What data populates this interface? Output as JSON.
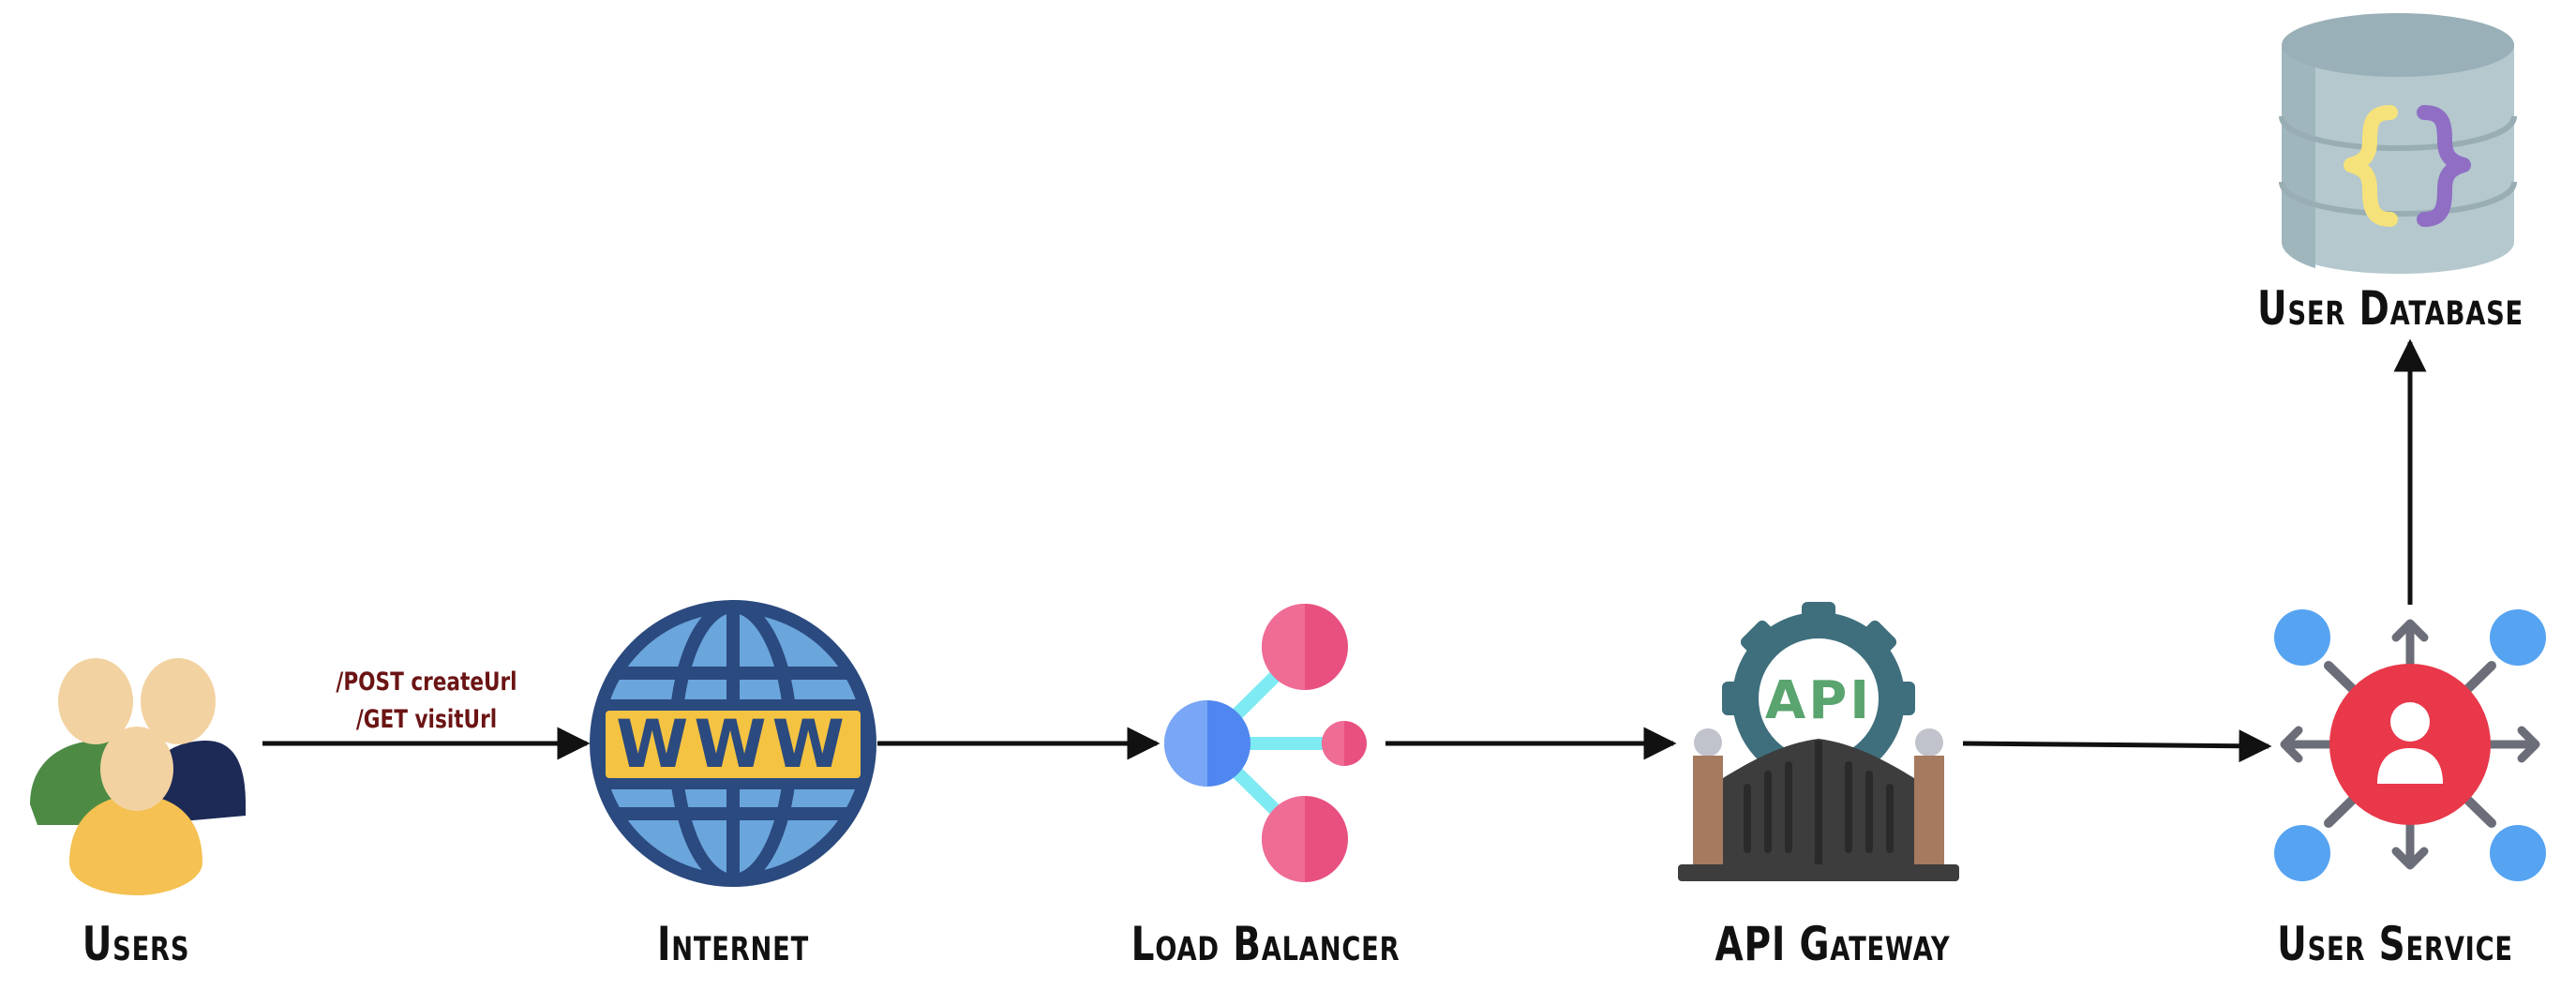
{
  "nodes": {
    "users": {
      "label": "Users"
    },
    "internet": {
      "label": "Internet",
      "globe_text": "WWW"
    },
    "load_balancer": {
      "label": "Load Balancer"
    },
    "api_gateway": {
      "label": "API Gateway",
      "badge_text": "API"
    },
    "user_service": {
      "label": "User Service"
    },
    "user_database": {
      "label": "User Database"
    }
  },
  "edges": {
    "users_to_internet": {
      "from": "Users",
      "to": "Internet",
      "routes": [
        "/POST createUrl",
        "/GET visitUrl"
      ]
    },
    "internet_to_load_balancer": {
      "from": "Internet",
      "to": "Load Balancer"
    },
    "load_balancer_to_api_gateway": {
      "from": "Load Balancer",
      "to": "API Gateway"
    },
    "api_gateway_to_user_service": {
      "from": "API Gateway",
      "to": "User Service"
    },
    "user_service_to_user_database": {
      "from": "User Service",
      "to": "User Database"
    }
  },
  "colors": {
    "arrow": "#111111",
    "route_text": "#6b1414",
    "globe_ring": "#2b4a7f",
    "globe_fill": "#6aa5dc",
    "www_banner": "#f4c342",
    "lb_hub": "#4f86f0",
    "lb_leaf": "#e8507f",
    "lb_link": "#7eeaf2",
    "gear": "#3f6f7d",
    "api_text": "#5aa46f",
    "gate": "#3d3d3d",
    "pillar": "#a57a5e",
    "service_core": "#e8384a",
    "service_leaf": "#56a3f2",
    "service_arrow": "#6b6e78",
    "db_body": "#b4c8ce",
    "db_lid": "#9ab0b8",
    "brace_left": "#f6e27a",
    "brace_right": "#8f6ec4"
  },
  "icons": [
    "users-group-icon",
    "globe-www-icon",
    "load-balancer-icon",
    "api-gateway-icon",
    "user-service-icon",
    "database-icon"
  ]
}
